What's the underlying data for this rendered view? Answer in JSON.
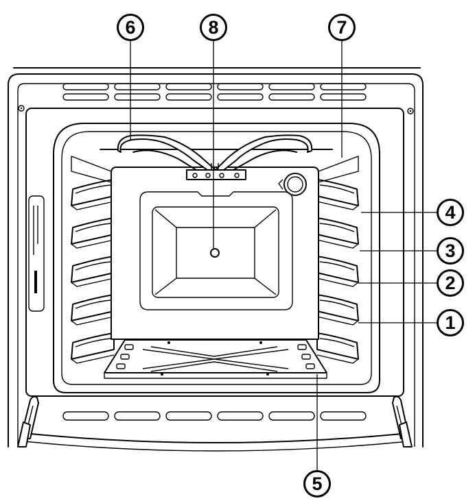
{
  "callouts": [
    {
      "id": "1",
      "label": "1",
      "part": "rack-position-1"
    },
    {
      "id": "2",
      "label": "2",
      "part": "rack-position-2"
    },
    {
      "id": "3",
      "label": "3",
      "part": "rack-position-3"
    },
    {
      "id": "4",
      "label": "4",
      "part": "rack-position-4"
    },
    {
      "id": "5",
      "label": "5",
      "part": "bottom-heating-element-cover"
    },
    {
      "id": "6",
      "label": "6",
      "part": "upper-heating-element"
    },
    {
      "id": "7",
      "label": "7",
      "part": "oven-light"
    },
    {
      "id": "8",
      "label": "8",
      "part": "convection-fan-cover"
    }
  ],
  "colors": {
    "line": "#000000",
    "background": "#ffffff"
  }
}
